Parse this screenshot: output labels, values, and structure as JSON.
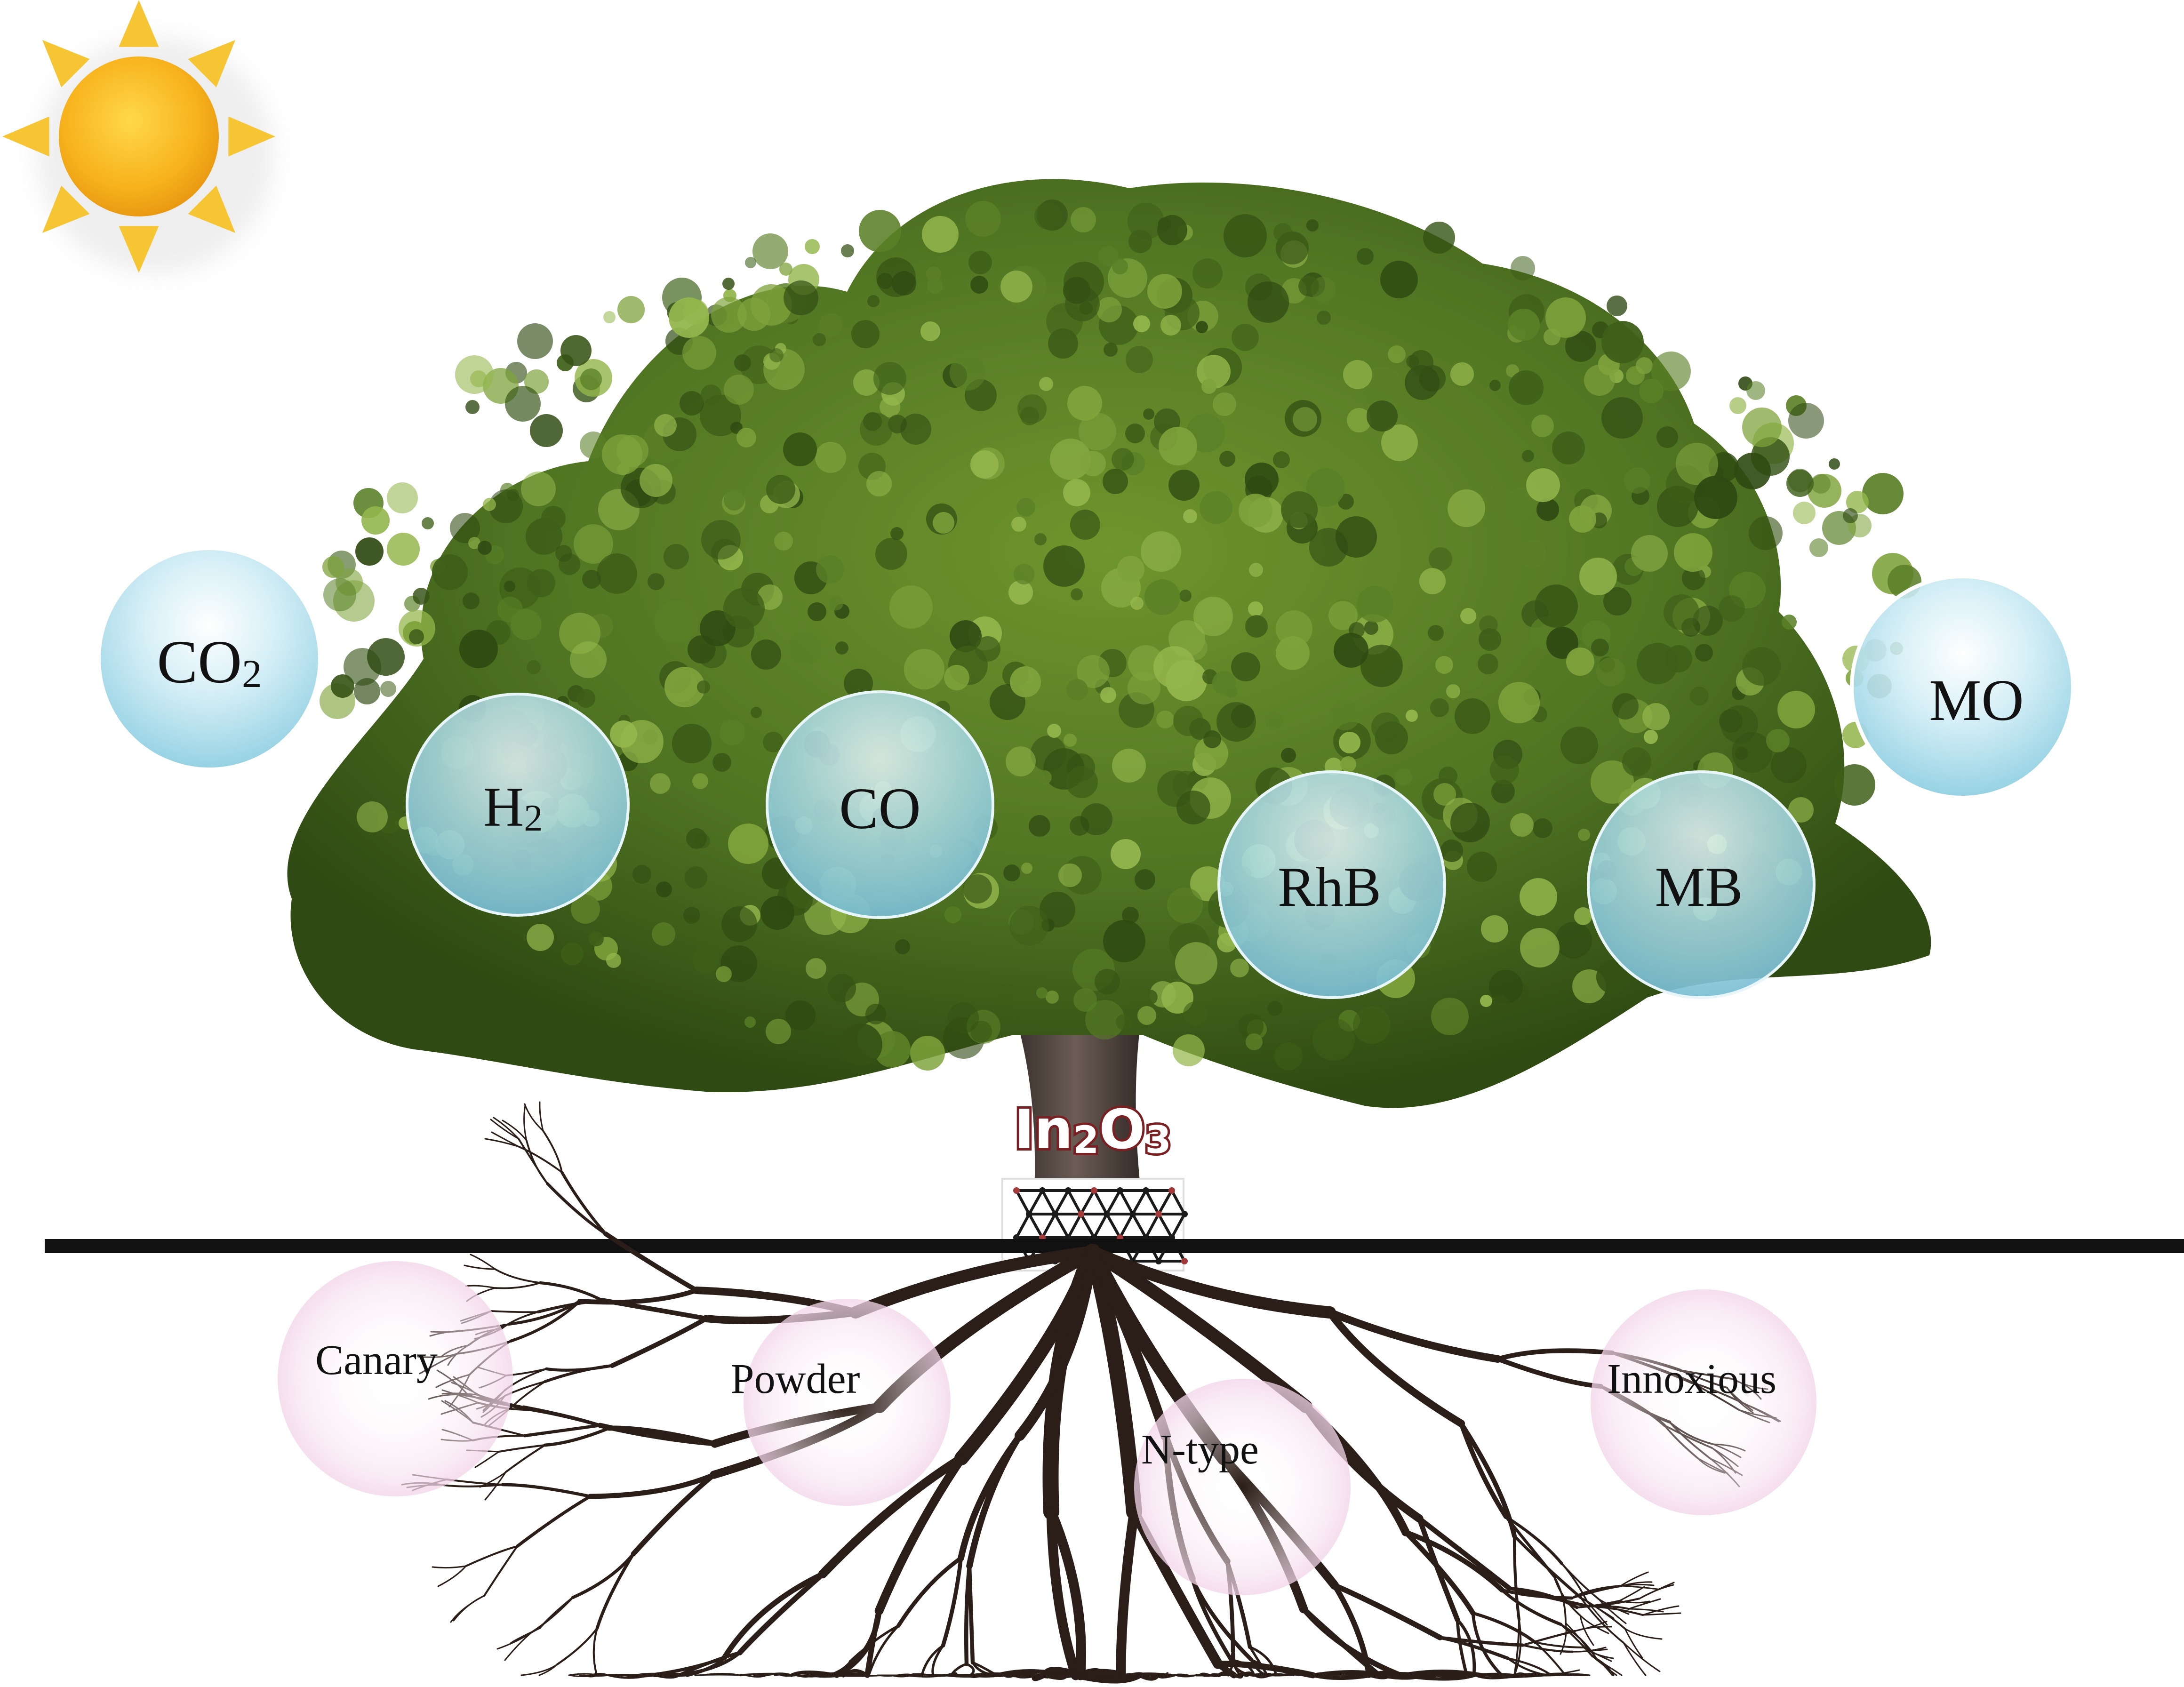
{
  "colors": {
    "sun": "#f7b21c",
    "sun_rays": "#f6c533",
    "foliage_dark": "#2f4a12",
    "foliage_mid": "#4f7422",
    "foliage_light": "#7fa33c",
    "trunk": "#4a3e38",
    "bubble_fill": "#b8e2ee",
    "bubble_edge": "#ffffff",
    "ground_line": "#111111",
    "root": "#2b1d17",
    "root_bubble": "#f3d9ec",
    "crystal_label_fill": "#ffffff",
    "crystal_label_stroke": "#7a1f22"
  },
  "sun": {
    "icon": "sun-icon"
  },
  "canopy_labels": {
    "co2": {
      "main": "CO",
      "sub": "2"
    },
    "h2": {
      "main": "H",
      "sub": "2"
    },
    "co": "CO",
    "rhb": "RhB",
    "mb": "MB",
    "mo": "MO"
  },
  "trunk_label": {
    "a": "In",
    "b": "2",
    "c": "O",
    "d": "3"
  },
  "root_labels": {
    "canary": "Canary",
    "powder": "Powder",
    "ntype": "N-type",
    "innoxious": "Innoxious"
  }
}
